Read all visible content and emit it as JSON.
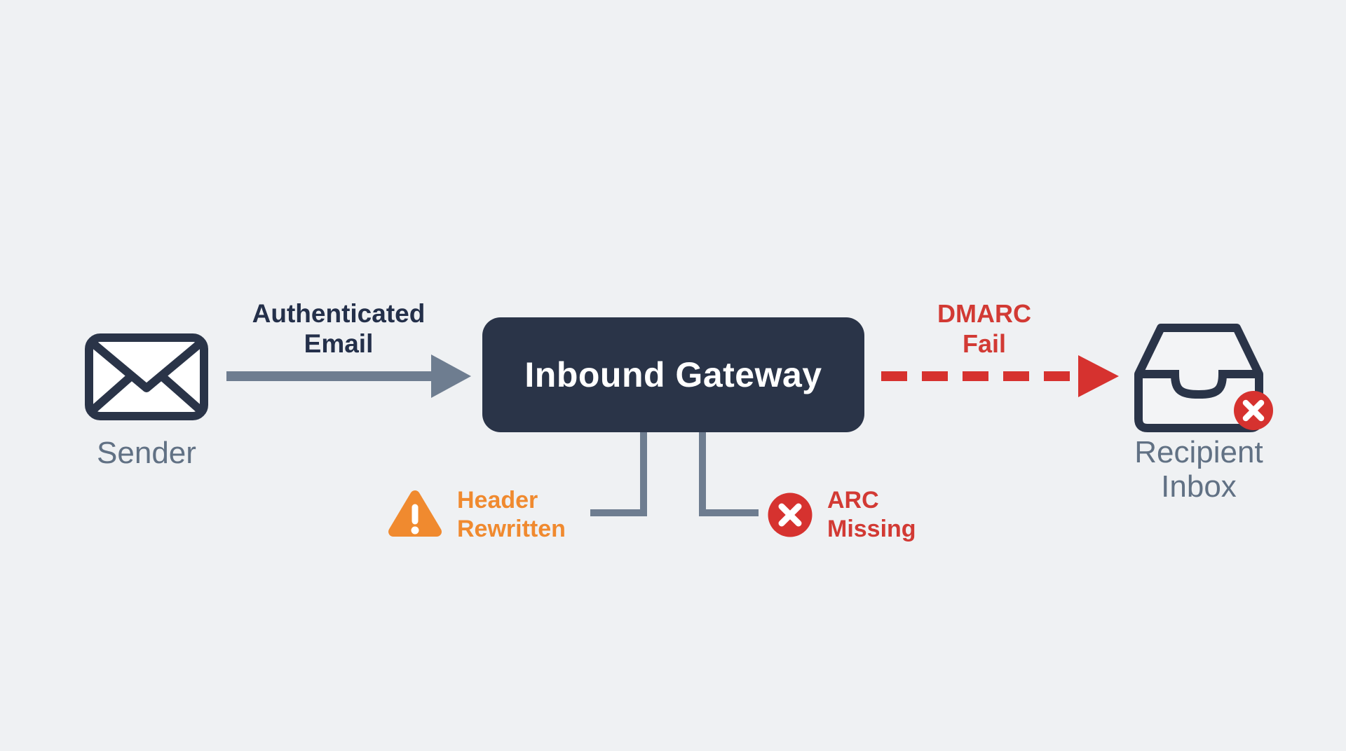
{
  "canvas": {
    "background": "#eff1f3"
  },
  "palette": {
    "navy": "#2a3448",
    "slate": "#6e7d90",
    "label_gray": "#617184",
    "orange": "#f08a2f",
    "red": "#d6322f",
    "white": "#ffffff"
  },
  "nodes": {
    "sender": {
      "label": "Sender",
      "icon": "envelope-icon"
    },
    "gateway": {
      "label": "Inbound Gateway"
    },
    "recipient": {
      "label": "Recipient\nInbox",
      "icon": "inbox-tray-icon",
      "badge": "error-x-badge"
    }
  },
  "edges": {
    "authenticated_email": {
      "label": "Authenticated\nEmail",
      "style": "solid",
      "from": "sender",
      "to": "gateway"
    },
    "dmarc_fail": {
      "label": "DMARC\nFail",
      "style": "dashed",
      "from": "gateway",
      "to": "recipient"
    }
  },
  "callouts": {
    "header_rewritten": {
      "label": "Header\nRewritten",
      "severity": "warning",
      "icon": "warning-triangle-icon"
    },
    "arc_missing": {
      "label": "ARC\nMissing",
      "severity": "error",
      "icon": "error-x-circle-icon"
    }
  }
}
